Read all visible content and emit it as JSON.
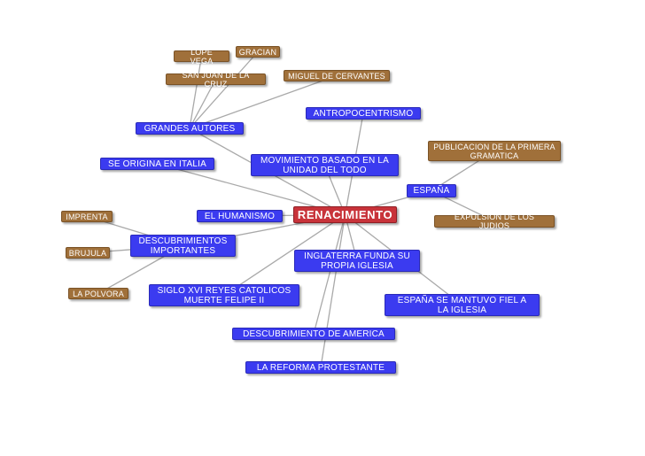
{
  "central": "RENACIMIENTO",
  "nodes": {
    "lope_vega": "LOPE VEGA",
    "gracian": "GRACIAN",
    "san_juan": "SAN JUAN DE LA CRUZ",
    "cervantes": "MIGUEL DE CERVANTES",
    "grandes_autores": "GRANDES AUTORES",
    "antropocentrismo": "ANTROPOCENTRISMO",
    "publicacion": "PUBLICACION DE LA PRIMERA\nGRAMATICA",
    "origina_italia": "SE ORIGINA EN ITALIA",
    "movimiento": "MOVIMIENTO BASADO EN LA\nUNIDAD DEL TODO",
    "espana": "ESPAÑA",
    "imprenta": "IMPRENTA",
    "humanismo": "EL HUMANISMO",
    "expulsion": "EXPULSION DE LOS JUDIOS",
    "descubrimientos": "DESCUBRIMIENTOS\nIMPORTANTES",
    "brujula": "BRUJULA",
    "inglaterra": "INGLATERRA FUNDA SU\nPROPIA IGLESIA",
    "polvora": "LA POLVORA",
    "siglo_xvi": "SIGLO XVI REYES CATOLICOS\nMUERTE FELIPE II",
    "espana_fiel": "ESPAÑA SE MANTUVO FIEL A\nLA IGLESIA",
    "america": "DESCUBRIMIENTO DE AMERICA",
    "reforma": "LA REFORMA PROTESTANTE"
  },
  "links": [
    [
      "central",
      "antropocentrismo"
    ],
    [
      "central",
      "movimiento"
    ],
    [
      "central",
      "grandes_autores"
    ],
    [
      "central",
      "origina_italia"
    ],
    [
      "central",
      "espana"
    ],
    [
      "central",
      "humanismo"
    ],
    [
      "central",
      "descubrimientos"
    ],
    [
      "central",
      "inglaterra"
    ],
    [
      "central",
      "siglo_xvi"
    ],
    [
      "central",
      "espana_fiel"
    ],
    [
      "central",
      "america"
    ],
    [
      "central",
      "reforma"
    ],
    [
      "grandes_autores",
      "lope_vega"
    ],
    [
      "grandes_autores",
      "gracian"
    ],
    [
      "grandes_autores",
      "san_juan"
    ],
    [
      "grandes_autores",
      "cervantes"
    ],
    [
      "espana",
      "publicacion"
    ],
    [
      "espana",
      "expulsion"
    ],
    [
      "descubrimientos",
      "imprenta"
    ],
    [
      "descubrimientos",
      "brujula"
    ],
    [
      "descubrimientos",
      "polvora"
    ]
  ],
  "colors": {
    "central": "#c8333a",
    "concept": "#3b3bf0",
    "detail": "#a0703a",
    "link": "#a9a9a9"
  }
}
